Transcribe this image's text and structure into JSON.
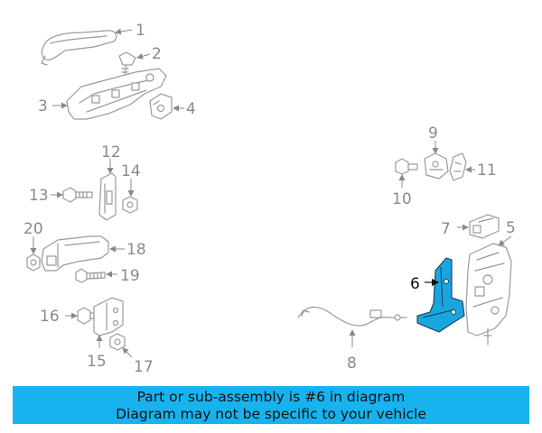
{
  "callouts": {
    "c1": "1",
    "c2": "2",
    "c3": "3",
    "c4": "4",
    "c5": "5",
    "c6": "6",
    "c7": "7",
    "c8": "8",
    "c9": "9",
    "c10": "10",
    "c11": "11",
    "c12": "12",
    "c13": "13",
    "c14": "14",
    "c15": "15",
    "c16": "16",
    "c17": "17",
    "c18": "18",
    "c19": "19",
    "c20": "20"
  },
  "highlighted_part": "6",
  "colors": {
    "highlight_fill": "#19a6e0",
    "banner_bg": "#18b2ee",
    "line": "#9a9a9a"
  },
  "banner": {
    "line1": "Part or sub-assembly is #6 in diagram",
    "line2": "Diagram may not be specific to your vehicle"
  }
}
